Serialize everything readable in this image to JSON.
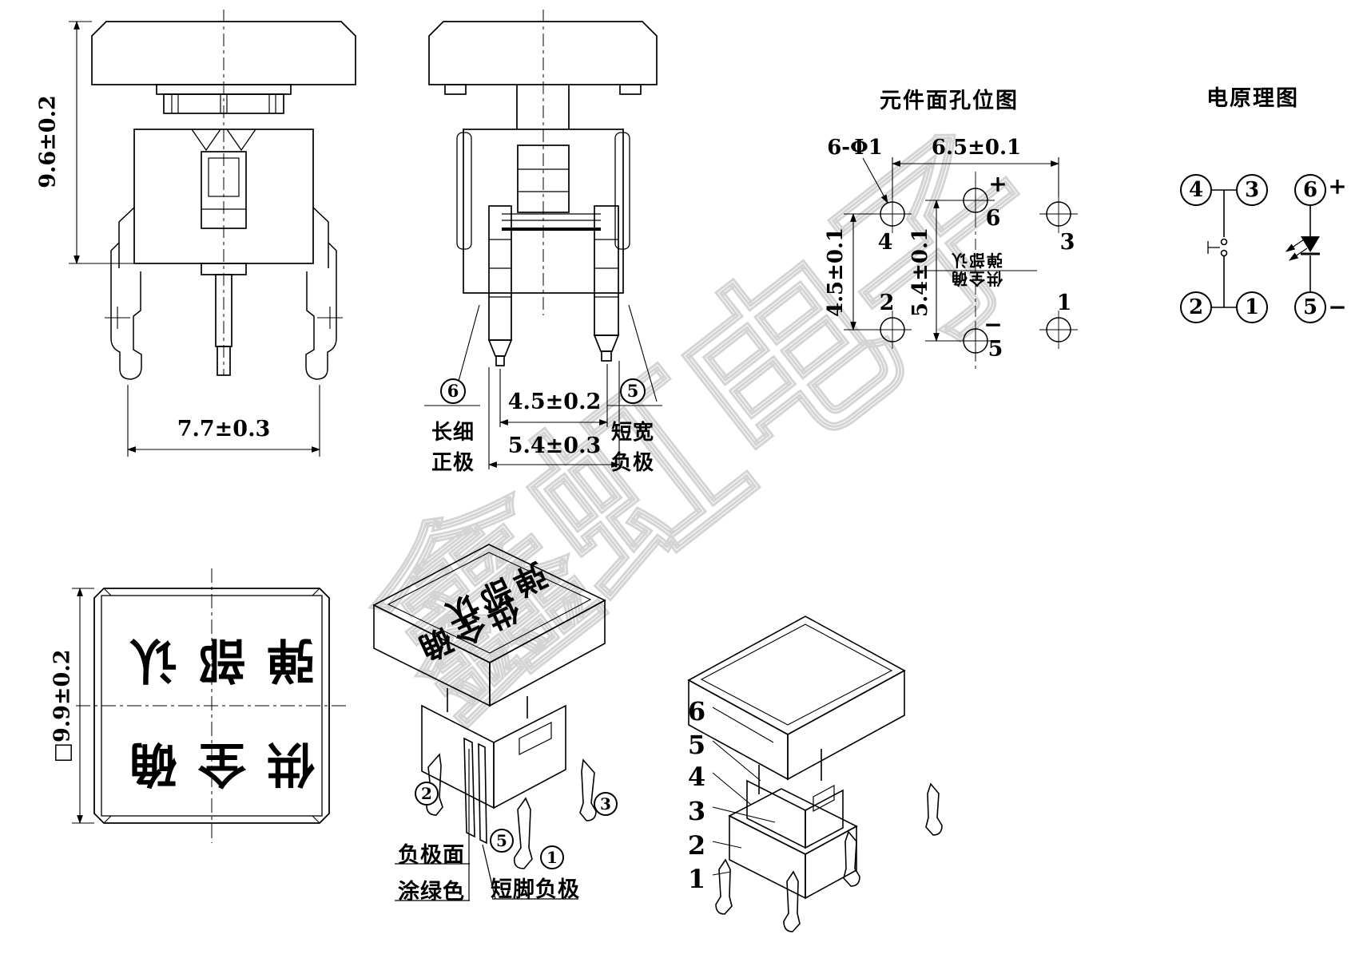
{
  "watermark": {
    "chars": [
      "鑫",
      "虹",
      "电",
      "子"
    ],
    "color": "#d4d4d4"
  },
  "cap_print": {
    "rows": [
      "弹部认",
      "供全确"
    ],
    "note": "印字旋转180°"
  },
  "front_view": {
    "dim_height": "9.6±0.2",
    "dim_width": "7.7±0.3"
  },
  "side_view": {
    "dim_pin_pitch": "4.5±0.2",
    "dim_pin_span": "5.4±0.3",
    "pin6": {
      "num": "6",
      "line1": "长细",
      "line2": "正极"
    },
    "pin5": {
      "num": "5",
      "line1": "短宽",
      "line2": "负极"
    }
  },
  "hole_diagram": {
    "title": "元件面孔位图",
    "hole_callout": "6-Φ1",
    "dim_width": "6.5±0.1",
    "dim_height_outer": "4.5±0.1",
    "dim_height_mid": "5.4±0.1",
    "plus": "+",
    "minus": "−",
    "pins": {
      "p4": "4",
      "p6": "6",
      "p3": "3",
      "p2": "2",
      "p5": "5",
      "p1": "1"
    }
  },
  "schematic": {
    "title": "电原理图",
    "pins": {
      "p4": "4",
      "p3": "3",
      "p6": "6",
      "p2": "2",
      "p1": "1",
      "p5": "5"
    },
    "plus": "+",
    "minus": "−"
  },
  "cap_view": {
    "dim": "□9.9±0.2"
  },
  "iso_print_view": {
    "callouts": {
      "c2": "2",
      "c3": "3",
      "c5": "5",
      "c1": "1"
    },
    "note_green_line1": "负极面",
    "note_green_line2": "涂绿色",
    "note_short_pin": "短脚负极"
  },
  "iso_plain_view": {
    "labels": [
      "6",
      "5",
      "4",
      "3",
      "2",
      "1"
    ]
  }
}
